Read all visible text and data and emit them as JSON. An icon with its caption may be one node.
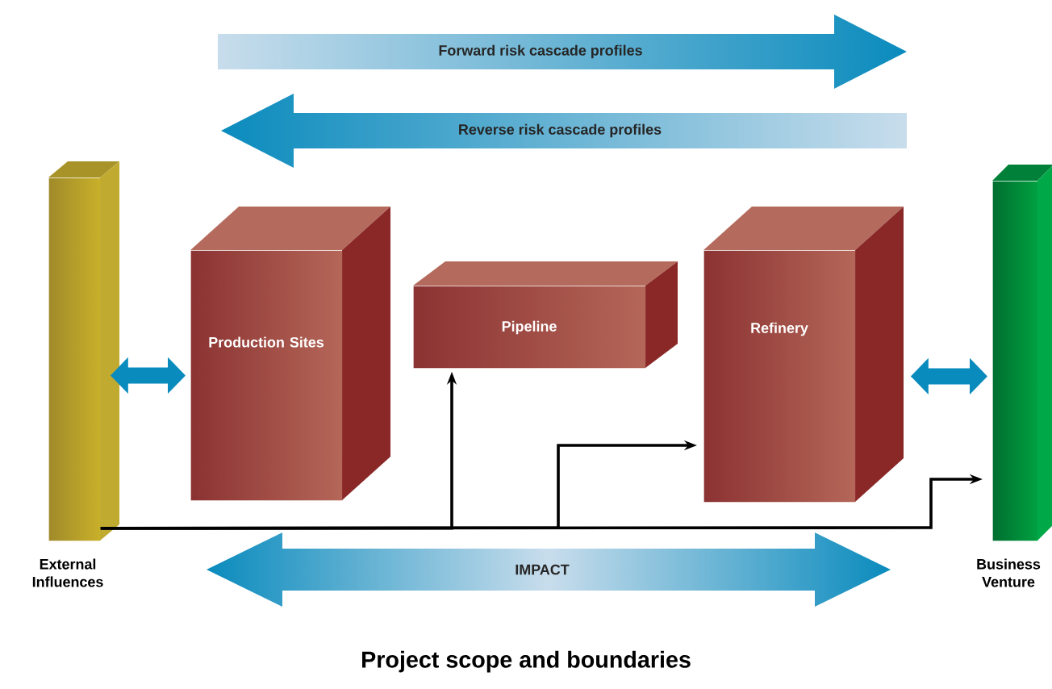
{
  "diagram": {
    "title": "Project scope and boundaries",
    "nodes": [
      {
        "text": [
          "External Influences"
        ]
      },
      {
        "text": [
          "Production Sites"
        ]
      },
      {
        "text": [
          "Pipeline"
        ]
      },
      {
        "text": [
          "Refinery"
        ]
      },
      {
        "text": [
          "Business Venture"
        ]
      }
    ],
    "edges": [
      {
        "from": 0,
        "to": 1,
        "arrow": "both",
        "style": "thick",
        "color": "#0a8bbd"
      },
      {
        "from": 0,
        "to": 2,
        "arrow": "to"
      },
      {
        "from": 0,
        "to": 3,
        "arrow": "to"
      },
      {
        "from": 0,
        "to": 4,
        "arrow": "to"
      },
      {
        "from": 3,
        "to": 4,
        "arrow": "both",
        "style": "thick",
        "color": "#0a8bbd"
      }
    ],
    "labels": [
      "Forward risk cascade profiles",
      "Reverse risk cascade profiles",
      "IMPACT"
    ]
  }
}
